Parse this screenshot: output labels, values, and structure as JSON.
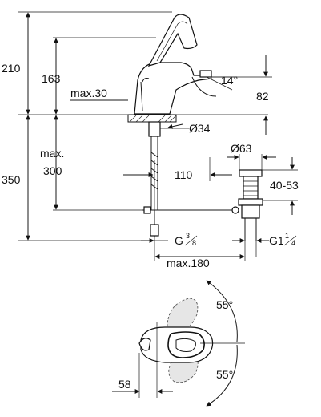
{
  "diagram": {
    "labels": {
      "height_total_top": "210",
      "height_spout": "163",
      "max_30": "max.30",
      "angle_spout": "14°",
      "spout_drop": "82",
      "height_total_bottom": "350",
      "max_label": "max.",
      "max_300": "300",
      "diameter_34": "Ø34",
      "diameter_63": "Ø63",
      "dim_110": "110",
      "dim_40_53": "40-53",
      "g_38_base": "G",
      "g_38_num": "3",
      "g_38_den": "8",
      "g1_14_base": "G1",
      "g1_14_num": "1",
      "g1_14_den": "4",
      "max_180": "max.180",
      "angle_upper": "55°",
      "angle_lower": "55°",
      "dim_58": "58"
    }
  }
}
